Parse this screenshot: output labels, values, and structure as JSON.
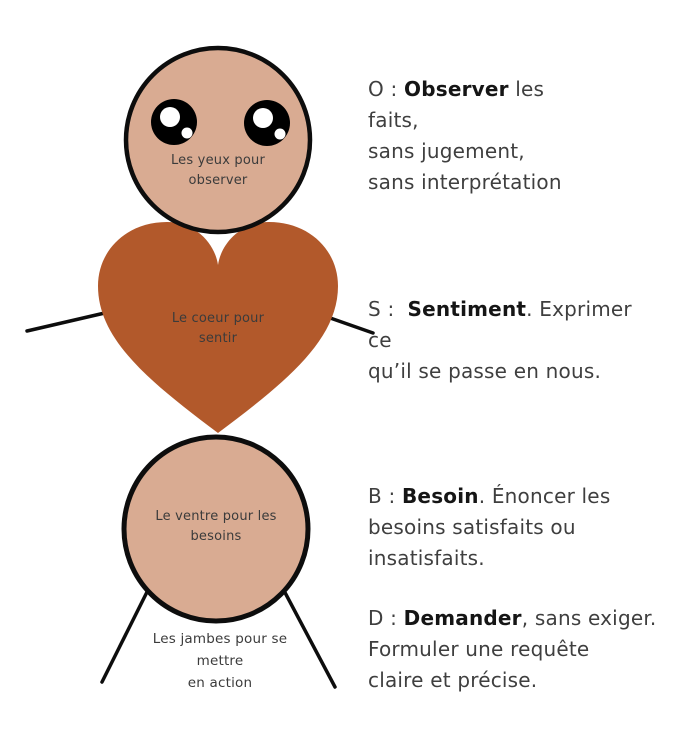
{
  "figure": {
    "head": {
      "label_lines": [
        "Les yeux pour",
        "observer"
      ]
    },
    "heart": {
      "label_lines": [
        "Le coeur pour",
        "sentir"
      ]
    },
    "belly": {
      "label_lines": [
        "Le ventre pour les",
        "besoins"
      ]
    },
    "legs": {
      "label_lines": [
        "Les jambes pour se",
        "mettre",
        "en action"
      ]
    }
  },
  "annotations": [
    {
      "id": "O",
      "prefix": "O : ",
      "term": "Observer",
      "after": " les",
      "lines": [
        "faits,",
        "sans jugement,",
        "sans interprétation"
      ]
    },
    {
      "id": "S",
      "prefix": "S :  ",
      "term": "Sentiment",
      "after": ". Exprimer",
      "lines": [
        "ce",
        "qu’il se passe en nous."
      ]
    },
    {
      "id": "B",
      "prefix": "B : ",
      "term": "Besoin",
      "after": ". Énoncer les",
      "lines": [
        "besoins satisfaits ou",
        "insatisfaits."
      ]
    },
    {
      "id": "D",
      "prefix": "D : ",
      "term": "Demander",
      "after": ", sans exiger.",
      "lines": [
        "Formuler une requête",
        "claire et précise."
      ]
    }
  ],
  "colors": {
    "background": "#ffffff",
    "skin": "#d9ab92",
    "heart": "#b2592b",
    "outline": "#0d0d0d",
    "label_text": "#3b3b3b",
    "body_text": "#3f3f3f",
    "bold_text": "#151515"
  }
}
